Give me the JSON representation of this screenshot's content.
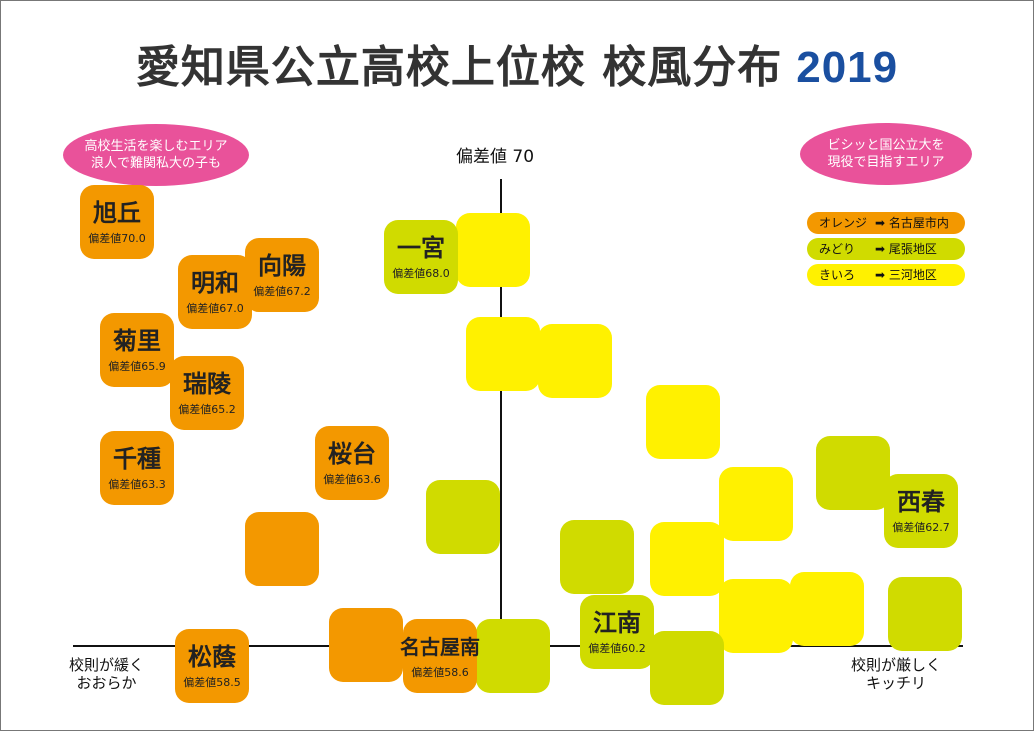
{
  "title": {
    "main": "愛知県公立高校上位校 校風分布",
    "year": "2019"
  },
  "bubbles": {
    "left": [
      "高校生活を楽しむエリア",
      "浪人で難関私大の子も"
    ],
    "right": [
      "ビシッと国公立大を",
      "現役で目指すエリア"
    ]
  },
  "axes": {
    "top": "偏差値 70",
    "left": [
      "校則が緩く",
      "おおらか"
    ],
    "right": [
      "校則が厳しく",
      "キッチリ"
    ]
  },
  "legend": [
    {
      "color": "オレンジ",
      "arrow": "➡",
      "area": "名古屋市内",
      "hex": "#f39800"
    },
    {
      "color": "みどり",
      "arrow": "➡",
      "area": "尾張地区",
      "hex": "#d0db00"
    },
    {
      "color": "きいろ",
      "arrow": "➡",
      "area": "三河地区",
      "hex": "#fff100"
    }
  ],
  "schools": [
    {
      "name": "旭丘",
      "score": "偏差値70.0",
      "region": "orange"
    },
    {
      "name": "明和",
      "score": "偏差値67.0",
      "region": "orange"
    },
    {
      "name": "向陽",
      "score": "偏差値67.2",
      "region": "orange"
    },
    {
      "name": "菊里",
      "score": "偏差値65.9",
      "region": "orange"
    },
    {
      "name": "瑞陵",
      "score": "偏差値65.2",
      "region": "orange"
    },
    {
      "name": "千種",
      "score": "偏差値63.3",
      "region": "orange"
    },
    {
      "name": "桜台",
      "score": "偏差値63.6",
      "region": "orange"
    },
    {
      "name": "松蔭",
      "score": "偏差値58.5",
      "region": "orange"
    },
    {
      "name": "名古屋南",
      "score": "偏差値58.6",
      "region": "orange"
    },
    {
      "name": "一宮",
      "score": "偏差値68.0",
      "region": "green"
    },
    {
      "name": "西春",
      "score": "偏差値62.7",
      "region": "green"
    },
    {
      "name": "江南",
      "score": "偏差値60.2",
      "region": "green"
    }
  ]
}
